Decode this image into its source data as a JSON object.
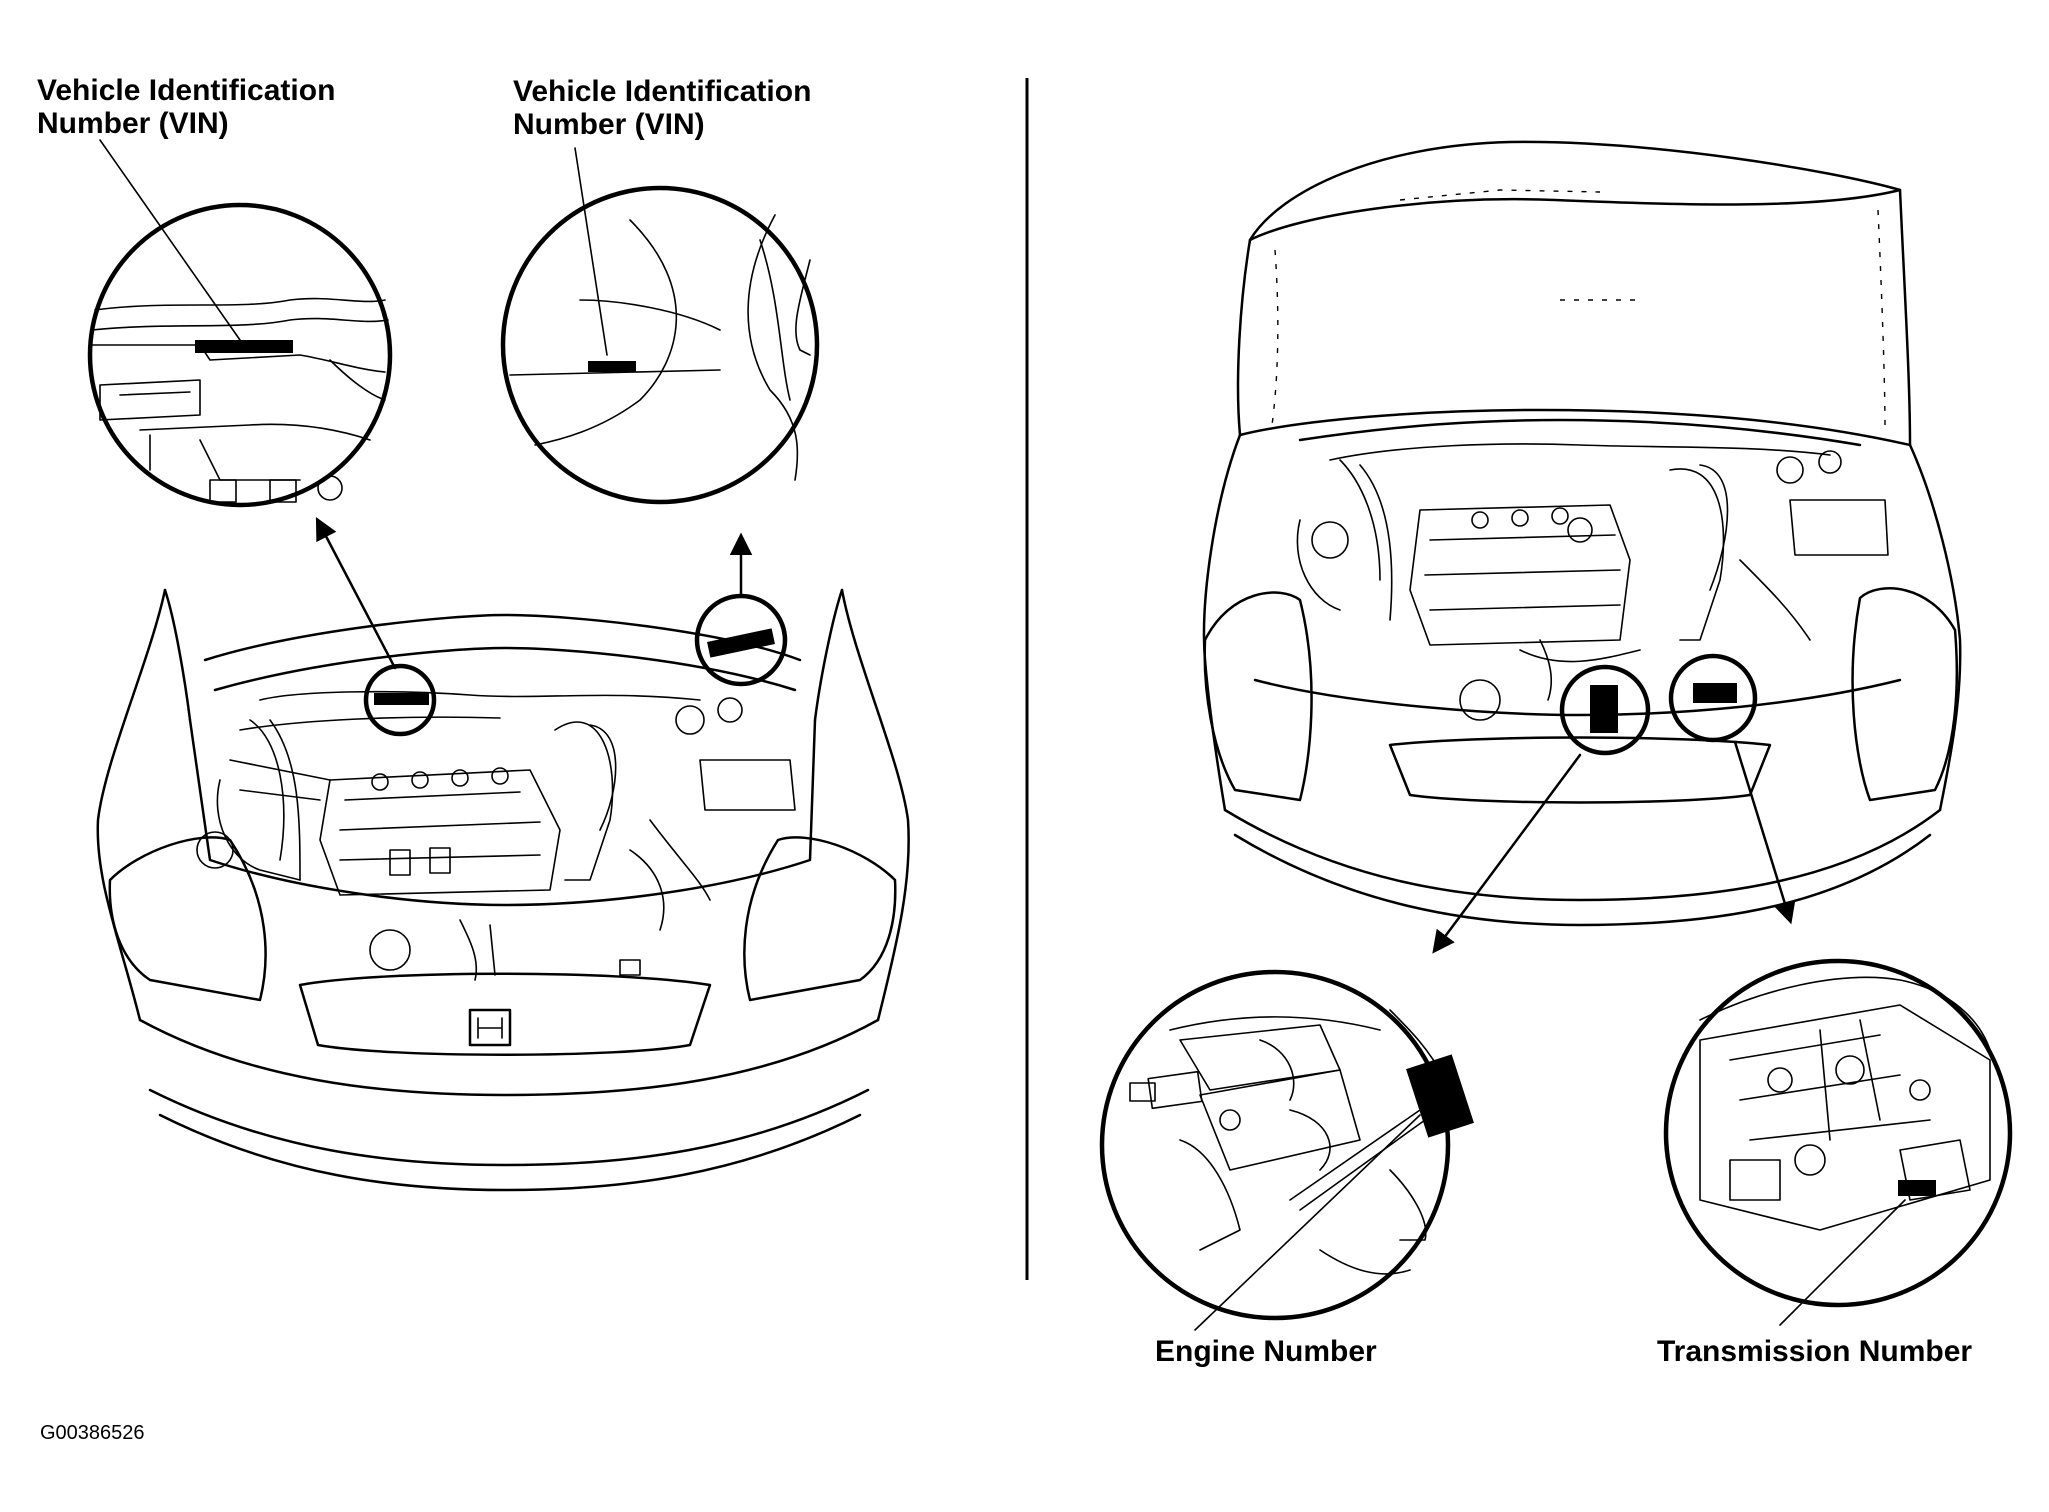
{
  "labels": {
    "vin_left": [
      "Vehicle Identification",
      "Number (VIN)"
    ],
    "vin_right": [
      "Vehicle Identification",
      "Number (VIN)"
    ],
    "engine_number": "Engine Number",
    "transmission_number": "Transmission Number",
    "figure_code": "G00386526"
  },
  "colors": {
    "line": "#000000",
    "background": "#ffffff"
  }
}
